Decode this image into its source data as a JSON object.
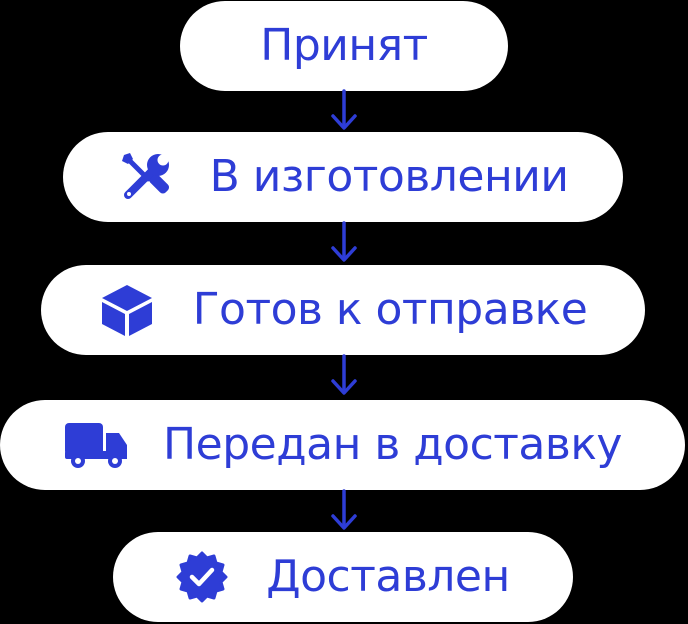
{
  "accent_color": "#2e3dd6",
  "background_color": "#000000",
  "pill_color": "#ffffff",
  "steps": [
    {
      "label": "Принят",
      "icon": ""
    },
    {
      "label": "В изготовлении",
      "icon": "wrench-screwdriver-icon"
    },
    {
      "label": "Готов к отправке",
      "icon": "box-icon"
    },
    {
      "label": "Передан в доставку",
      "icon": "truck-icon"
    },
    {
      "label": "Доставлен",
      "icon": "verified-badge-icon"
    }
  ]
}
